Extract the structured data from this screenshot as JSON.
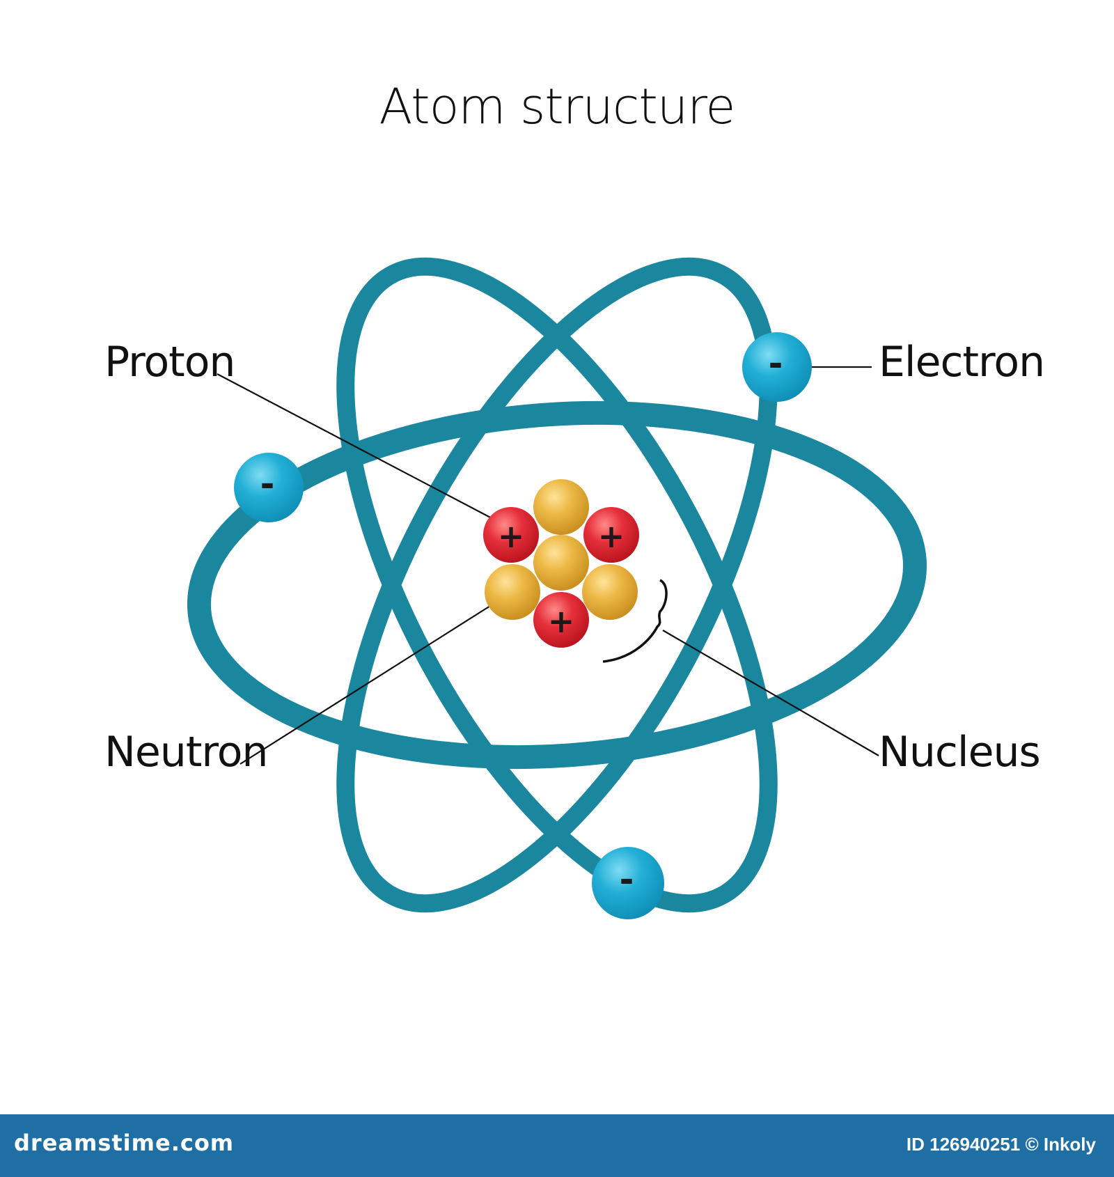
{
  "title": "Atom structure",
  "labels": {
    "proton": "Proton",
    "electron": "Electron",
    "neutron": "Neutron",
    "nucleus": "Nucleus"
  },
  "signs": {
    "proton": "+",
    "electron": "-"
  },
  "footer": {
    "site": "dreamstime.com",
    "id_text": "ID 126940251 © Inkoly"
  },
  "colors": {
    "orbit": "#1a879f",
    "electron": "#1fa9cf",
    "proton": "#e02832",
    "neutron": "#e8b43c",
    "footer": "#1f6fa4"
  }
}
